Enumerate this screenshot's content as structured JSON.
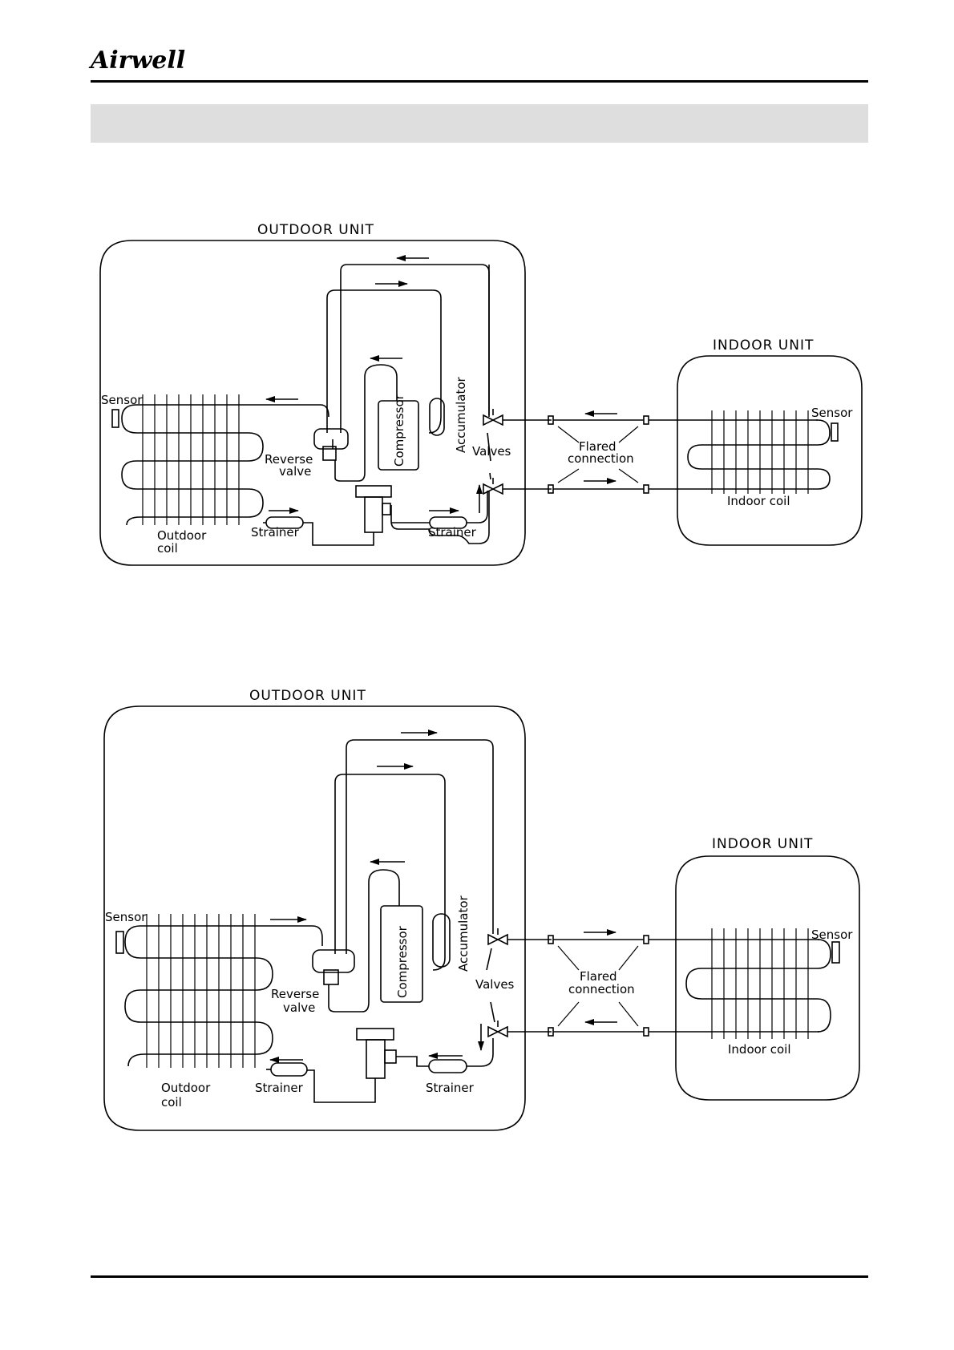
{
  "header": {
    "logo_text": "Airwell"
  },
  "diagrams": [
    {
      "outdoor_title": "OUTDOOR UNIT",
      "indoor_title": "INDOOR UNIT",
      "labels": {
        "sensor_out": "Sensor",
        "reverse": "Reverse",
        "valve": "valve",
        "compressor": "Compressor",
        "accumulator": "Accumulator",
        "valves": "Valves",
        "outdoor": "Outdoor",
        "coil": "coil",
        "strainer_left": "Strainer",
        "strainer_right": "Strainer",
        "flared": "Flared",
        "connection": "connection",
        "sensor_in": "Sensor",
        "indoor_coil": "Indoor coil"
      }
    },
    {
      "outdoor_title": "OUTDOOR UNIT",
      "indoor_title": "INDOOR UNIT",
      "labels": {
        "sensor_out": "Sensor",
        "reverse": "Reverse",
        "valve": "valve",
        "compressor": "Compressor",
        "accumulator": "Accumulator",
        "valves": "Valves",
        "outdoor": "Outdoor",
        "coil": "coil",
        "strainer_left": "Strainer",
        "strainer_right": "Strainer",
        "flared": "Flared",
        "connection": "connection",
        "sensor_in": "Sensor",
        "indoor_coil": "Indoor coil"
      }
    }
  ]
}
